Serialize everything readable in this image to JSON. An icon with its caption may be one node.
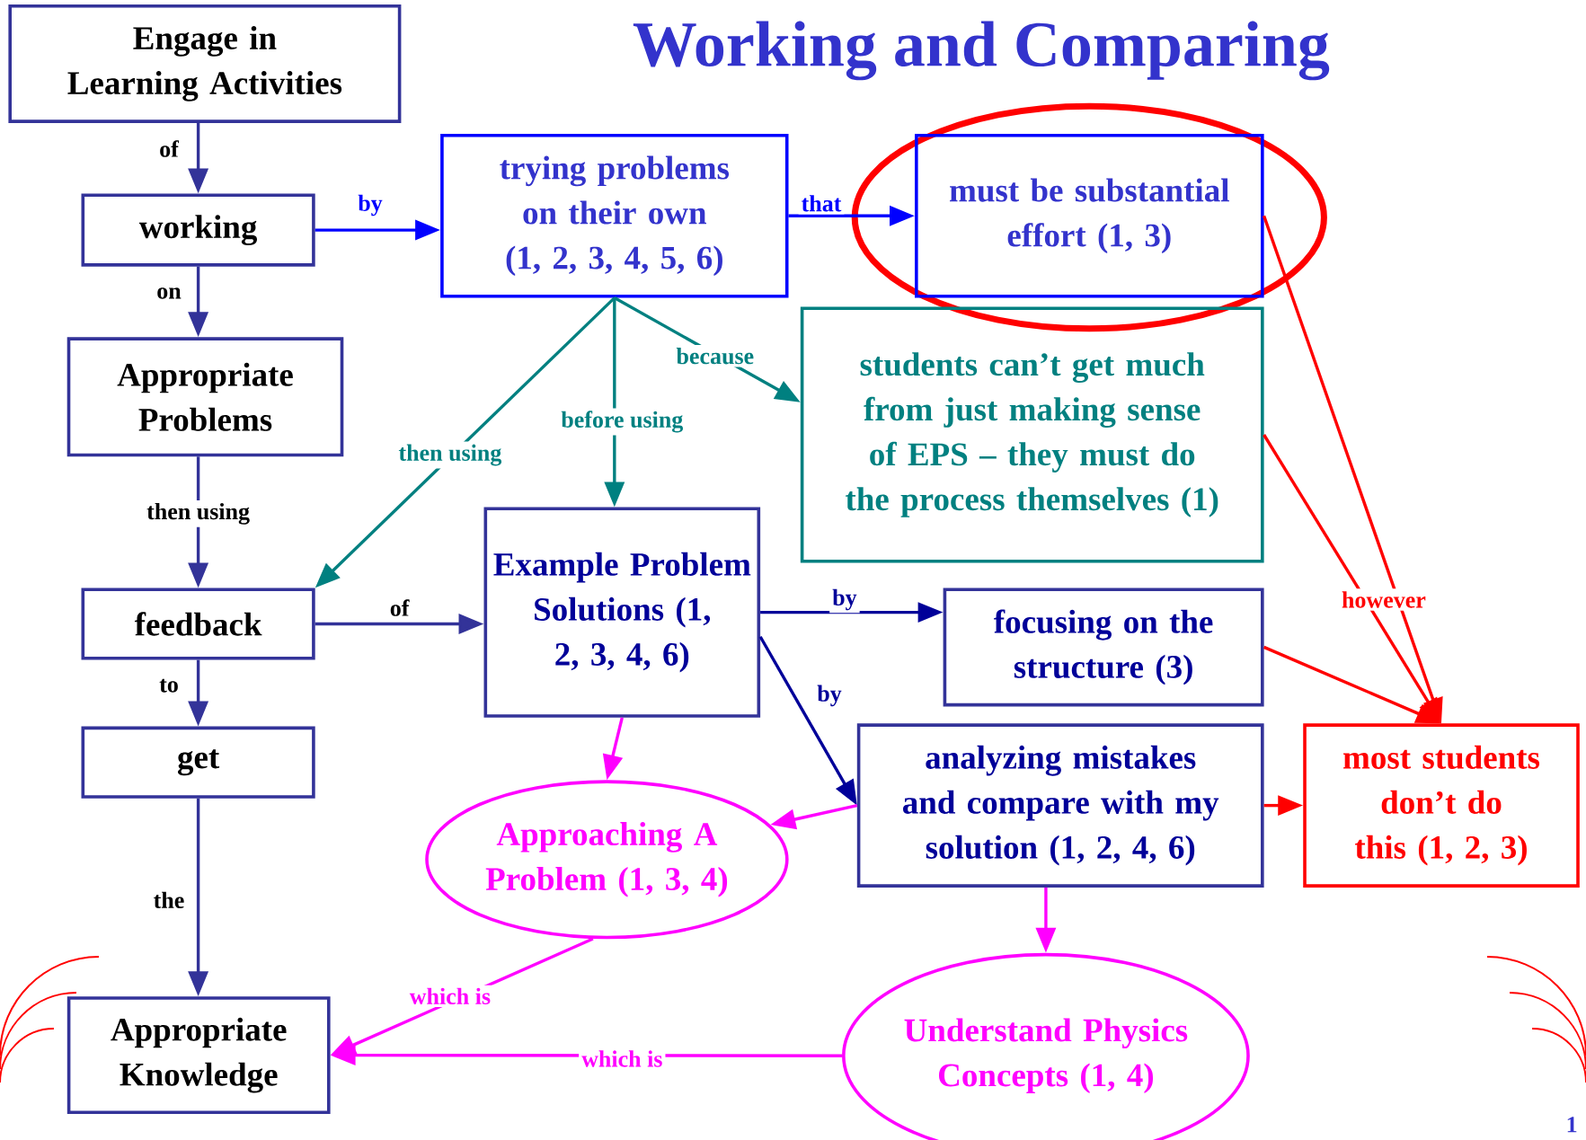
{
  "diagram": {
    "title": "Working and Comparing",
    "nodes": [
      {
        "text": [
          "Engage in Learning Activities"
        ]
      },
      {
        "text": [
          "working"
        ]
      },
      {
        "text": [
          "trying problems on their own (1, 2, 3, 4, 5, 6)"
        ]
      },
      {
        "text": [
          "must be substantial effort (1, 3)"
        ]
      },
      {
        "text": [
          "students can’t get much from just making sense of EPS – they must do the process themselves (1)"
        ]
      },
      {
        "text": [
          "Appropriate Problems"
        ]
      },
      {
        "text": [
          "feedback"
        ]
      },
      {
        "text": [
          "Example Problem Solutions (1, 2, 3, 4, 6)"
        ]
      },
      {
        "text": [
          "focusing on the structure (3)"
        ]
      },
      {
        "text": [
          "get"
        ]
      },
      {
        "text": [
          "analyzing mistakes and compare with my solution (1, 2, 4, 6)"
        ]
      },
      {
        "text": [
          "most students don’t do this (1, 2, 3)"
        ]
      },
      {
        "text": [
          "Approaching A Problem (1, 3, 4)"
        ]
      },
      {
        "text": [
          "Appropriate Knowledge"
        ]
      },
      {
        "text": [
          "Understand Physics Concepts (1, 4)"
        ]
      }
    ],
    "edges": [
      {
        "from": 0,
        "to": 1,
        "arrow": "to",
        "label": "of"
      },
      {
        "from": 1,
        "to": 5,
        "arrow": "to",
        "label": "on"
      },
      {
        "from": 5,
        "to": 6,
        "arrow": "to",
        "label": "then using"
      },
      {
        "from": 6,
        "to": 9,
        "arrow": "to",
        "label": "to"
      },
      {
        "from": 9,
        "to": 13,
        "arrow": "to",
        "label": "the"
      },
      {
        "from": 1,
        "to": 2,
        "arrow": "to",
        "label": "by",
        "color": "#0000ff"
      },
      {
        "from": 2,
        "to": 3,
        "arrow": "to",
        "label": "that",
        "color": "#0000ff"
      },
      {
        "from": 2,
        "to": 6,
        "arrow": "to",
        "label": "then using",
        "color": "#008080"
      },
      {
        "from": 2,
        "to": 7,
        "arrow": "to",
        "label": "before using",
        "color": "#008080"
      },
      {
        "from": 2,
        "to": 4,
        "arrow": "to",
        "label": "because",
        "color": "#008080"
      },
      {
        "from": 6,
        "to": 7,
        "arrow": "to",
        "label": "of"
      },
      {
        "from": 7,
        "to": 8,
        "arrow": "to",
        "label": "by",
        "color": "#000099"
      },
      {
        "from": 7,
        "to": 10,
        "arrow": "to",
        "label": "by",
        "color": "#000099"
      },
      {
        "from": 7,
        "to": 12,
        "arrow": "to",
        "color": "#ff00ff"
      },
      {
        "from": 10,
        "to": 12,
        "arrow": "to",
        "color": "#ff00ff"
      },
      {
        "from": 10,
        "to": 14,
        "arrow": "to",
        "color": "#ff00ff"
      },
      {
        "from": 10,
        "to": 11,
        "arrow": "to",
        "color": "#ff0000"
      },
      {
        "from": 3,
        "to": 11,
        "arrow": "to",
        "label": "however",
        "color": "#ff0000"
      },
      {
        "from": 4,
        "to": 11,
        "arrow": "to",
        "color": "#ff0000"
      },
      {
        "from": 8,
        "to": 11,
        "arrow": "to",
        "color": "#ff0000"
      },
      {
        "from": 12,
        "to": 13,
        "arrow": "to",
        "label": "which is",
        "color": "#ff00ff"
      },
      {
        "from": 14,
        "to": 13,
        "arrow": "to",
        "label": "which is",
        "color": "#ff00ff"
      }
    ],
    "labels": [
      "1"
    ]
  }
}
